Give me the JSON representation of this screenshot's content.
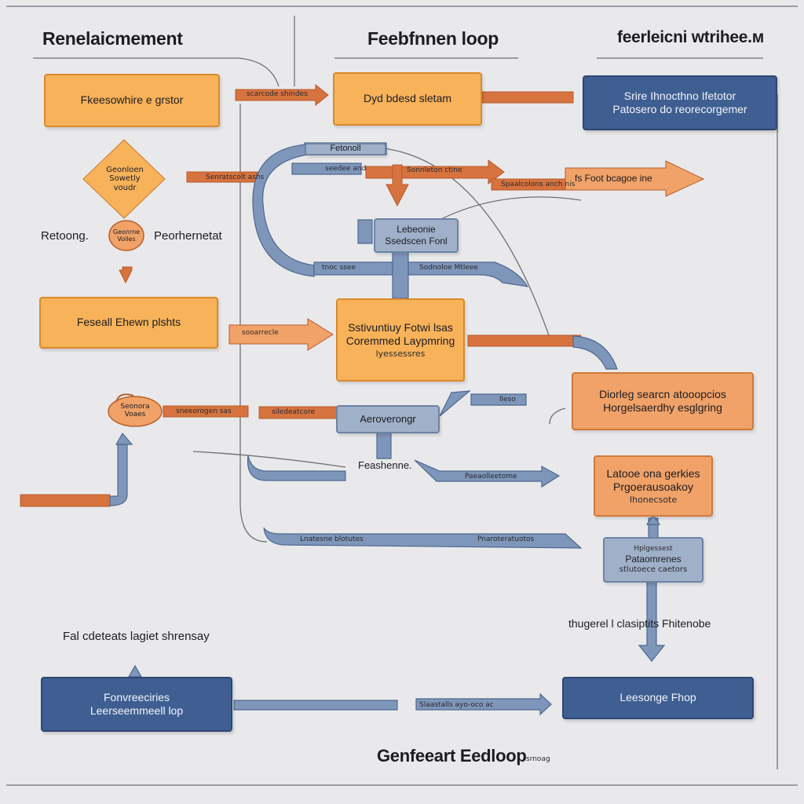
{
  "headings": {
    "left": "Renelaicmement",
    "center": "Feebfnnen  loop",
    "right": "feerleicni wtrihee.м",
    "bottom": "Genfeeart Eedloop"
  },
  "boxes": {
    "top_left": "Fkeesowhire e grstor",
    "top_center": "Dyd bdesd sletam",
    "top_right_line1": "Srire Ihnocthno Ifetotor",
    "top_right_line2": "Patosero do reorecorgemer",
    "middle_left": "Feseall Ehewn plshts",
    "middle_center_line1": "Sstivuntiuy Fotwi lsas",
    "middle_center_line2": "Coremmed Laypmring",
    "middle_center_line3": "lyessessres",
    "right_mid": "Diorleg searcn atooopcios",
    "right_mid_line2": "Horgelsaerdhy esglgring",
    "right_lower_line1": "Latooe ona gerkies",
    "right_lower_line2": "Prgoerausoakoy",
    "right_lower_line3": "Ihonecsote",
    "right_small_line1": "Нрlgessest",
    "right_small_line2": "Pataomrenes",
    "right_small_line3": "stlutoece caetors",
    "bottom_left_line1": "Fonvreeciries",
    "bottom_left_line2": "Leerseemmeell lop",
    "bottom_right": "Leesonge Fhop",
    "slate_upper_line1": "Lebeonie",
    "slate_upper_line2": "Ssedscen Fonl",
    "slate_small": "Fetonoll",
    "slate_lower": "Aeroverongr"
  },
  "labels": {
    "diamond_line1": "Geonloen",
    "diamond_line2": "Sowetly",
    "diamond_line3": "voudr",
    "left_circle_line1": "Geonrne",
    "left_circle_line2": "Voiles",
    "lower_circle_line1": "Seonora",
    "lower_circle_line2": "Voaes",
    "left_text_1": "Retoong.",
    "left_text_2": "Peorhernetat",
    "left_text_3": "Fal cdeteats lagiet shrensay",
    "right_text_1": "thugerel l clasiptits Fhitenobe",
    "feedback_text": "Feashenne.",
    "slate_tab": "lleso",
    "arrow_1": "scarcode shindes",
    "arrow_2": "seedee and",
    "arrow_3": "Senratscolt ashs",
    "arrow_4": "Sonnleton ctine",
    "arrow_5": "fs  Foot  bcagoe  ine",
    "arrow_6": "Spaalcolons anch nis",
    "arrow_7": "tnoc ssee",
    "arrow_8": "Sodnoloe Mtleee",
    "arrow_9": "sooarrecle",
    "arrow_10": "sneeorogen sas",
    "arrow_11": "siledeatcore",
    "arrow_12": "Paeaolleetome",
    "arrow_13": "Lnatesne blotutes",
    "arrow_14": "Pnaroteratuotos",
    "arrow_15": "Slaastalls ayo-oco ac",
    "arrow_16": "srnoag"
  },
  "colors": {
    "background": "#e9e9ec",
    "orange_fill": "#f7b25a",
    "orange_arrow": "#d6733e",
    "blue_fill": "#3f5f92",
    "slate_fill": "#9fb0c8",
    "slate_arrow": "#5f7aa3"
  }
}
